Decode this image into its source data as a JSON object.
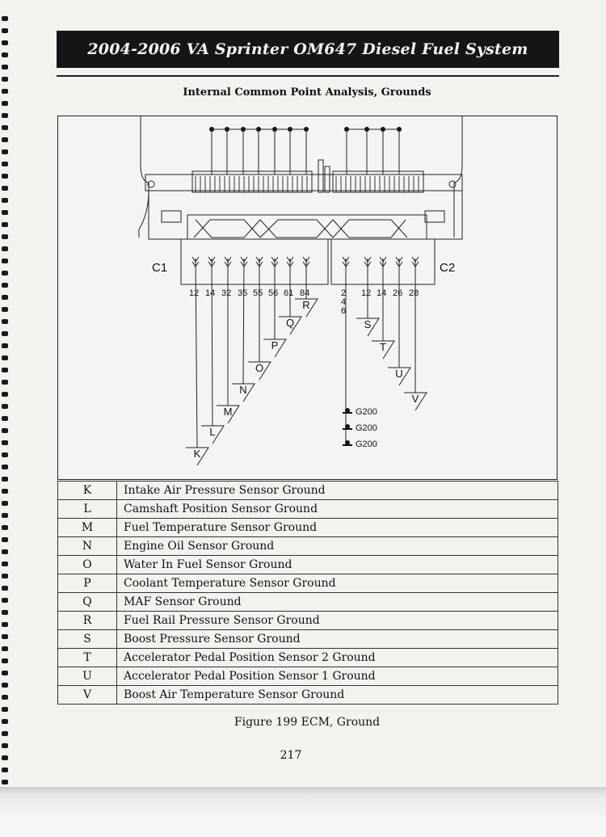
{
  "page": {
    "title": "2004-2006 VA Sprinter OM647 Diesel Fuel System",
    "subtitle": "Internal Common Point Analysis, Grounds",
    "caption": "Figure 199 ECM, Ground",
    "page_number": "217"
  },
  "diagram": {
    "connectors": [
      "C1",
      "C2"
    ],
    "c1_pins": [
      "12",
      "14",
      "32",
      "35",
      "55",
      "56",
      "61",
      "84"
    ],
    "c2_pins": [
      "2 4 6",
      "12",
      "14",
      "26",
      "28"
    ],
    "c1_circuits": [
      "K",
      "L",
      "M",
      "N",
      "O",
      "P",
      "Q",
      "R"
    ],
    "c2_circuits": [
      "S",
      "T",
      "U",
      "V"
    ],
    "ground_labels": [
      "G200",
      "G200",
      "G200"
    ]
  },
  "legend": [
    {
      "letter": "K",
      "desc": "Intake Air Pressure Sensor Ground"
    },
    {
      "letter": "L",
      "desc": "Camshaft Position Sensor Ground"
    },
    {
      "letter": "M",
      "desc": "Fuel Temperature Sensor Ground"
    },
    {
      "letter": "N",
      "desc": "Engine Oil Sensor Ground"
    },
    {
      "letter": "O",
      "desc": "Water In Fuel Sensor Ground"
    },
    {
      "letter": "P",
      "desc": "Coolant Temperature Sensor Ground"
    },
    {
      "letter": "Q",
      "desc": "MAF Sensor Ground"
    },
    {
      "letter": "R",
      "desc": "Fuel Rail Pressure Sensor Ground"
    },
    {
      "letter": "S",
      "desc": "Boost Pressure Sensor Ground"
    },
    {
      "letter": "T",
      "desc": "Accelerator Pedal Position Sensor 2 Ground"
    },
    {
      "letter": "U",
      "desc": "Accelerator Pedal Position Sensor 1 Ground"
    },
    {
      "letter": "V",
      "desc": "Boost Air Temperature Sensor Ground"
    }
  ]
}
